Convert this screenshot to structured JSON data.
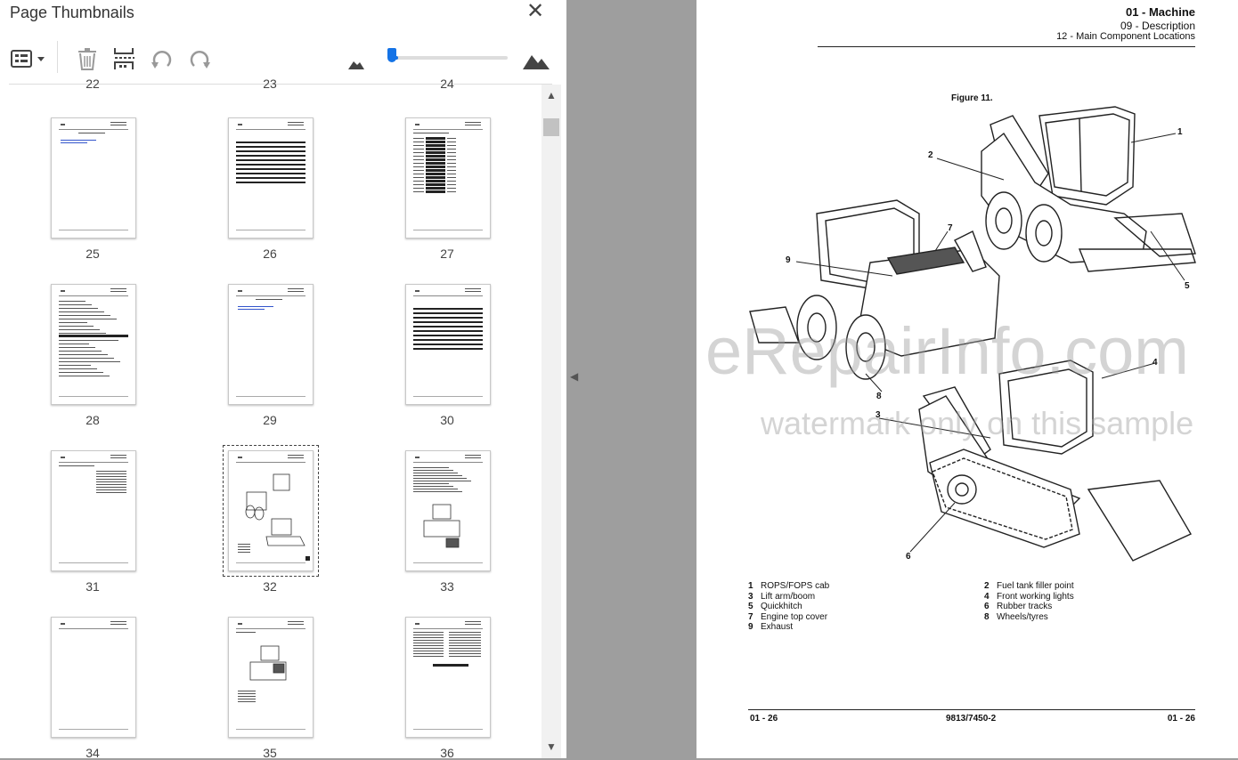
{
  "panel": {
    "title": "Page Thumbnails",
    "close_icon": "close-icon",
    "toolbar": {
      "options_icon": "thumbnail-options-icon",
      "delete_icon": "trash-icon",
      "extract_icon": "insert-pages-icon",
      "rotate_ccw_icon": "rotate-counterclockwise-icon",
      "rotate_cw_icon": "rotate-clockwise-icon",
      "zoom_out_icon": "small-mountain-icon",
      "zoom_in_icon": "large-mountain-icon",
      "zoom_level": 0.05
    },
    "partial_labels": [
      "22",
      "23",
      "24"
    ],
    "thumbnails": [
      {
        "label": "25",
        "kind": "toc"
      },
      {
        "label": "26",
        "kind": "lines"
      },
      {
        "label": "27",
        "kind": "table"
      },
      {
        "label": "28",
        "kind": "text"
      },
      {
        "label": "29",
        "kind": "toc"
      },
      {
        "label": "30",
        "kind": "lines"
      },
      {
        "label": "31",
        "kind": "text-right"
      },
      {
        "label": "32",
        "kind": "figure",
        "selected": true
      },
      {
        "label": "33",
        "kind": "figure-small"
      },
      {
        "label": "34",
        "kind": "blank"
      },
      {
        "label": "35",
        "kind": "figure-mid"
      },
      {
        "label": "36",
        "kind": "two-col"
      }
    ]
  },
  "document": {
    "header_title": "01 - Machine",
    "header_sub1": "09 - Description",
    "header_sub2": "12 - Main Component Locations",
    "figure_title": "Figure 11.",
    "callouts": [
      "1",
      "2",
      "3",
      "4",
      "5",
      "6",
      "7",
      "8",
      "9"
    ],
    "legend_left": [
      {
        "num": "1",
        "text": "ROPS/FOPS cab"
      },
      {
        "num": "3",
        "text": "Lift arm/boom"
      },
      {
        "num": "5",
        "text": "Quickhitch"
      },
      {
        "num": "7",
        "text": "Engine top cover"
      },
      {
        "num": "9",
        "text": "Exhaust"
      }
    ],
    "legend_right": [
      {
        "num": "2",
        "text": "Fuel tank filler point"
      },
      {
        "num": "4",
        "text": "Front working lights"
      },
      {
        "num": "6",
        "text": "Rubber tracks"
      },
      {
        "num": "8",
        "text": "Wheels/tyres"
      }
    ],
    "footer_left": "01 - 26",
    "footer_center": "9813/7450-2",
    "footer_right": "01 - 26",
    "watermark_main": "eRepairInfo.com",
    "watermark_sub": "watermark only on this sample"
  }
}
